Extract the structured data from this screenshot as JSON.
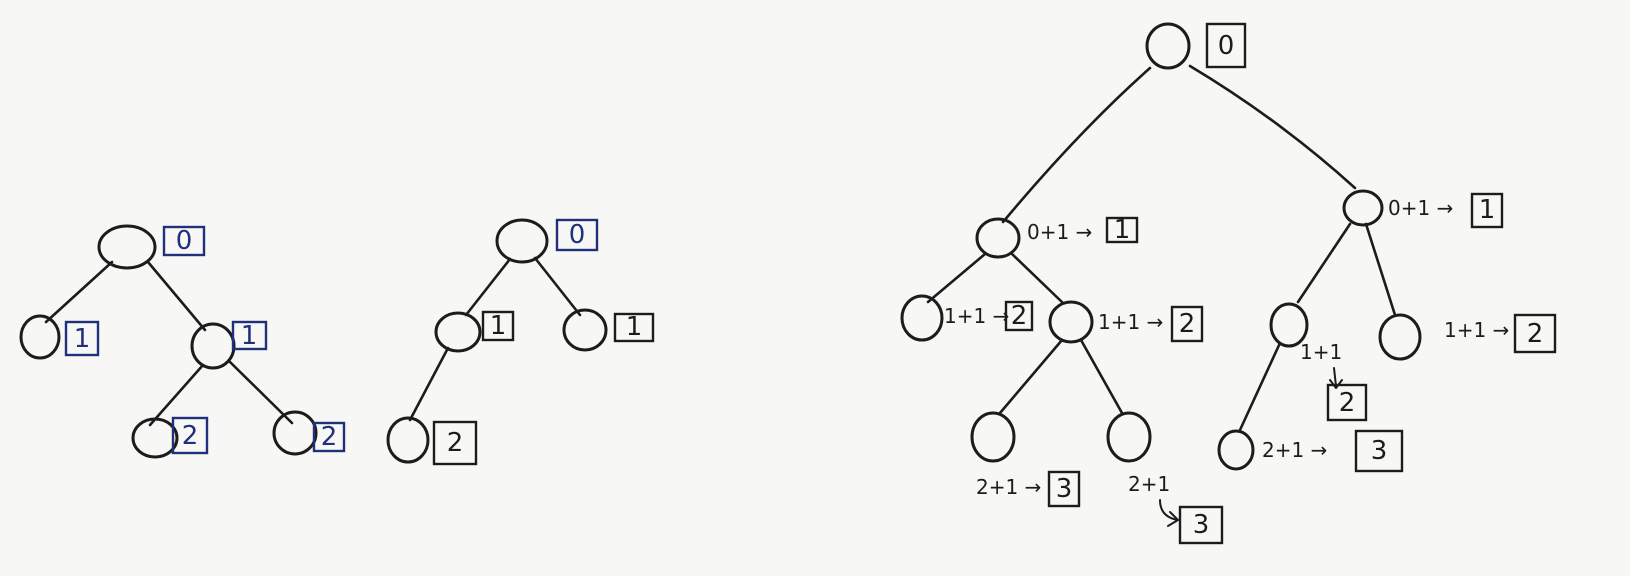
{
  "tree_a": {
    "nodes": [
      {
        "label": "0",
        "color": "#20307a"
      },
      {
        "label": "1",
        "color": "#20307a"
      },
      {
        "label": "1",
        "color": "#20307a"
      },
      {
        "label": "2",
        "color": "#20307a"
      },
      {
        "label": "2",
        "color": "#20307a"
      }
    ]
  },
  "tree_b": {
    "nodes": [
      {
        "label": "0",
        "color": "#20307a"
      },
      {
        "label": "1",
        "color": "#1c1c1c"
      },
      {
        "label": "1",
        "color": "#1c1c1c"
      },
      {
        "label": "2",
        "color": "#1c1c1c"
      }
    ]
  },
  "tree_c": {
    "nodes": [
      {
        "label": "0",
        "note": ""
      },
      {
        "label": "1",
        "note": "0+1 →"
      },
      {
        "label": "1",
        "note": "0+1 →"
      },
      {
        "label": "2",
        "note": "1+1 →"
      },
      {
        "label": "2",
        "note": "1+1 →"
      },
      {
        "label": "3",
        "note": "2+1 →"
      },
      {
        "label": "3",
        "note": "2+1"
      },
      {
        "label": "2",
        "note": "1+1"
      },
      {
        "label": "2",
        "note": "1+1 →"
      },
      {
        "label": "3",
        "note": "2+1 →"
      }
    ]
  }
}
